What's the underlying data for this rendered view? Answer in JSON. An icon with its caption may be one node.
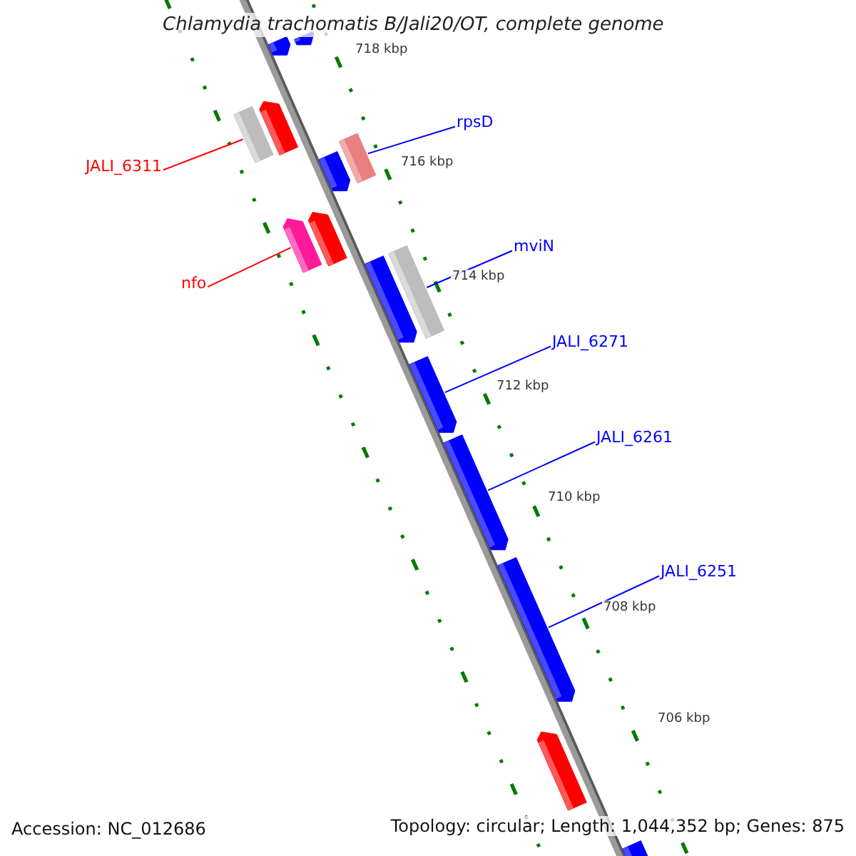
{
  "diagram": {
    "title": "Chlamydia trachomatis B/Jali20/OT, complete genome",
    "nodes": [
      {
        "text": [],
        "shape": "bar"
      },
      {
        "text": [],
        "shape": "bar"
      },
      {
        "text": [
          "JALI_6311"
        ]
      },
      {
        "text": [],
        "shape": "bar"
      },
      {
        "text": [],
        "shape": "bar"
      },
      {
        "text": [
          "rpsD"
        ]
      },
      {
        "text": [],
        "shape": "bar"
      },
      {
        "text": [],
        "shape": "bar"
      },
      {
        "text": [
          "nfo"
        ]
      },
      {
        "text": [],
        "shape": "bar"
      },
      {
        "text": [],
        "shape": "bar"
      },
      {
        "text": [
          "mviN"
        ]
      },
      {
        "text": [],
        "shape": "bar"
      },
      {
        "text": [],
        "shape": "bar"
      },
      {
        "text": [
          "JALI_6271"
        ]
      },
      {
        "text": [],
        "shape": "bar"
      },
      {
        "text": [
          "JALI_6261"
        ]
      },
      {
        "text": [],
        "shape": "bar"
      },
      {
        "text": [
          "JALI_6251"
        ]
      },
      {
        "text": [],
        "shape": "bar"
      },
      {
        "text": [],
        "shape": "bar"
      },
      {
        "text": [],
        "shape": "bar"
      }
    ],
    "edges": [
      {
        "from": 2,
        "to": 3,
        "arrow": "none",
        "color": "#ff0000"
      },
      {
        "from": 5,
        "to": 7,
        "arrow": "none"
      },
      {
        "from": 8,
        "to": 9,
        "arrow": "none",
        "color": "#ff0000"
      },
      {
        "from": 11,
        "to": 13,
        "arrow": "none"
      },
      {
        "from": 14,
        "to": 15,
        "arrow": "none"
      },
      {
        "from": 16,
        "to": 17,
        "arrow": "none"
      },
      {
        "from": 18,
        "to": 19,
        "arrow": "none"
      }
    ],
    "labels": [
      "718 kbp",
      "716 kbp",
      "714 kbp",
      "712 kbp",
      "710 kbp",
      "708 kbp",
      "706 kbp",
      "Accession: NC_012686",
      "Topology: circular; Length: 1,044,352 bp; Genes: 875"
    ]
  }
}
